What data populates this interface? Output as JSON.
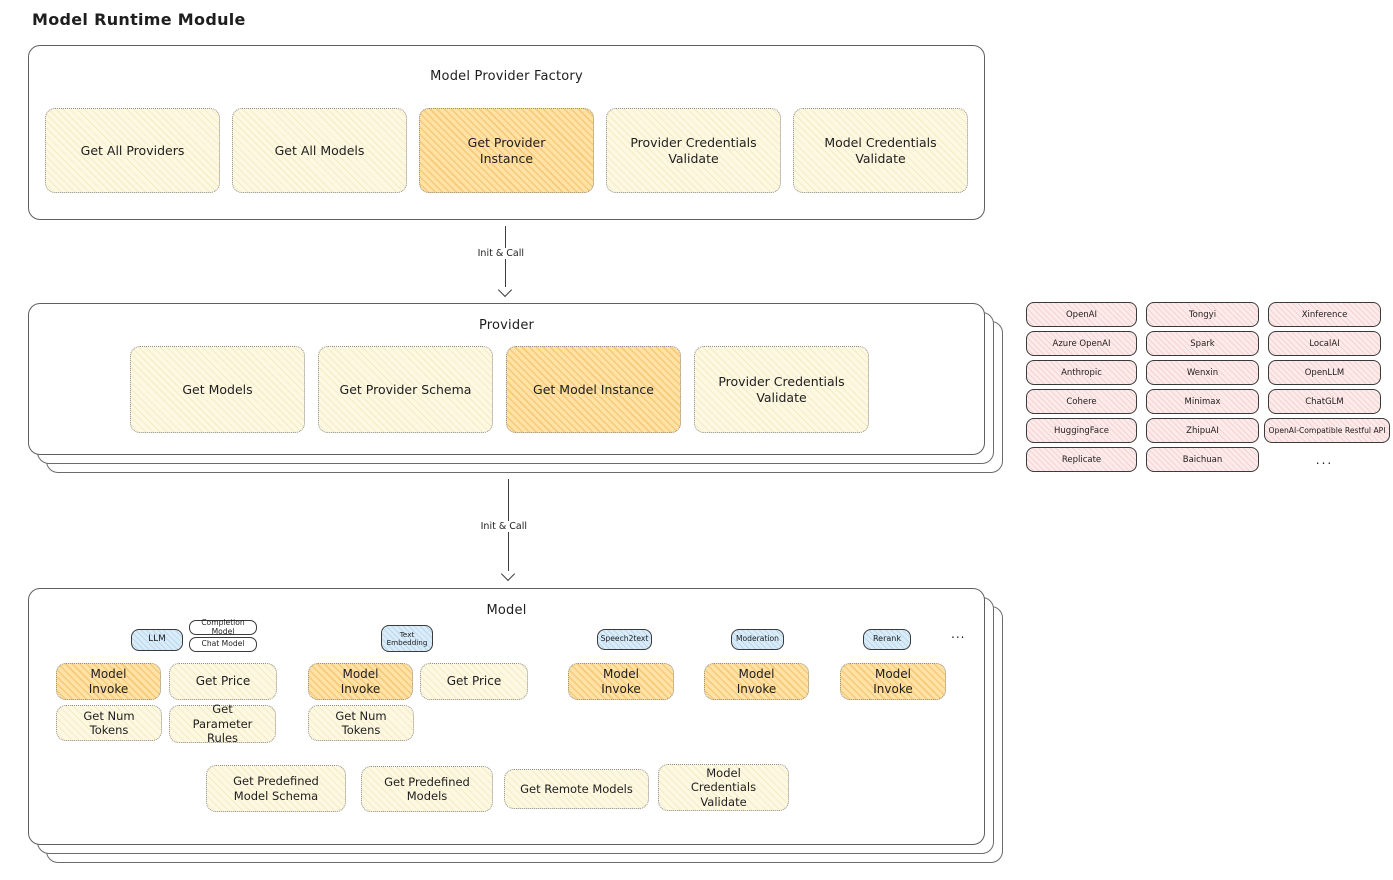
{
  "page_title": "Model Runtime Module",
  "arrow_label": "Init & Call",
  "factory": {
    "title": "Model Provider Factory",
    "buttons": [
      {
        "label": "Get All Providers",
        "highlight": false
      },
      {
        "label": "Get All Models",
        "highlight": false
      },
      {
        "label": "Get Provider Instance",
        "highlight": true
      },
      {
        "label": "Provider Credentials Validate",
        "highlight": false
      },
      {
        "label": "Model Credentials Validate",
        "highlight": false
      }
    ]
  },
  "provider": {
    "title": "Provider",
    "buttons": [
      {
        "label": "Get Models",
        "highlight": false
      },
      {
        "label": "Get Provider Schema",
        "highlight": false
      },
      {
        "label": "Get Model Instance",
        "highlight": true
      },
      {
        "label": "Provider Credentials Validate",
        "highlight": false
      }
    ]
  },
  "providers_panel": {
    "items": [
      "OpenAI",
      "Tongyi",
      "Xinference",
      "Azure OpenAI",
      "Spark",
      "LocalAI",
      "Anthropic",
      "Wenxin",
      "OpenLLM",
      "Cohere",
      "Minimax",
      "ChatGLM",
      "HuggingFace",
      "ZhipuAI",
      "OpenAI-Compatible Restful API",
      "Replicate",
      "Baichuan"
    ],
    "more": "..."
  },
  "model": {
    "title": "Model",
    "tags": {
      "llm": "LLM",
      "completion_model": "Completion Model",
      "chat_model": "Chat Model",
      "text_embedding": "Text Embedding",
      "speech2text": "Speech2text",
      "moderation": "Moderation",
      "rerank": "Rerank",
      "more": "..."
    },
    "buttons": {
      "model_invoke": "Model Invoke",
      "get_price": "Get Price",
      "get_num_tokens": "Get Num Tokens",
      "get_parameter_rules": "Get Parameter Rules"
    },
    "bottom_buttons": [
      {
        "label": "Get Predefined Model Schema"
      },
      {
        "label": "Get Predefined Models"
      },
      {
        "label": "Get Remote Models"
      },
      {
        "label": "Model Credentials Validate"
      }
    ]
  },
  "colors": {
    "cream_fill": "#fdf8e2",
    "orange_fill": "#ffe2a6",
    "pink_fill": "#fdeaea",
    "blue_fill": "#d9ecf8",
    "ink": "#1e1e1e",
    "border_gray": "#5f5f5f"
  }
}
